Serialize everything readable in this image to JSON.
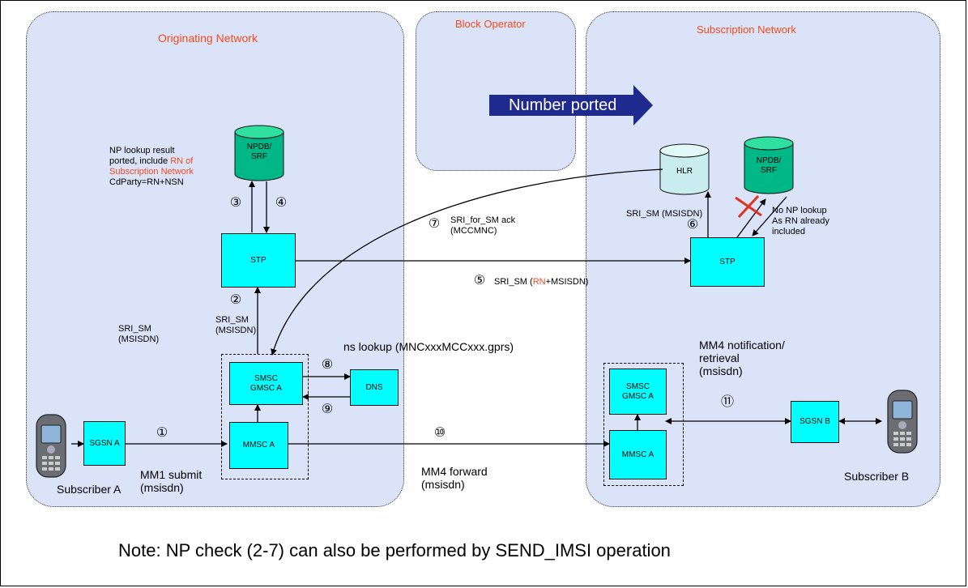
{
  "regions": {
    "originating": "Originating Network",
    "block": "Block Operator",
    "subscription": "Subscription Network"
  },
  "banner": "Number ported",
  "nodes": {
    "npdb_left": [
      "NPDB/",
      "SRF"
    ],
    "npdb_right": [
      "NPDB/",
      "SRF"
    ],
    "hlr": "HLR",
    "stp_left": "STP",
    "stp_right": "STP",
    "smsc_left": [
      "SMSC",
      "GMSC A"
    ],
    "smsc_right": [
      "SMSC",
      "GMSC A"
    ],
    "dns": "DNS",
    "mmsc_left": "MMSC A",
    "mmsc_right": "MMSC A",
    "sgsn_a": "SGSN A",
    "sgsn_b": "SGSN B"
  },
  "labels": {
    "np_result_1": "NP lookup result",
    "np_result_2a": "ported, include ",
    "np_result_2b": "RN of",
    "np_result_3": "Subscription Network",
    "np_result_4": "CdParty=RN+NSN",
    "sri_sm_left_1": "SRI_SM",
    "sri_sm_left_2": "(MSISDN)",
    "sri_sm_mid_1": "SRI_SM",
    "sri_sm_mid_2": "(MSISDN)",
    "sri_ack_1": "SRI_for_SM ack",
    "sri_ack_2": "(MCCMNC)",
    "sri_sm_right": "SRI_SM (MSISDN)",
    "no_np_1": "No NP lookup",
    "no_np_2": "As RN already",
    "no_np_3": "included",
    "step5_a": "SRI_SM (",
    "step5_b": "RN",
    "step5_c": "+MSISDN)",
    "ns_lookup": "ns lookup (MNCxxxMCCxxx.gprs)",
    "mm4_notif_1": "MM4 notification/",
    "mm4_notif_2": "retrieval",
    "mm4_notif_3": "(msisdn)",
    "mm1_1": "MM1 submit",
    "mm1_2": "(msisdn)",
    "mm4_fwd_1": "MM4 forward",
    "mm4_fwd_2": "(msisdn)",
    "sub_a": "Subscriber A",
    "sub_b": "Subscriber B"
  },
  "steps": [
    "①",
    "②",
    "③",
    "④",
    "⑤",
    "⑥",
    "⑦",
    "⑧",
    "⑨",
    "⑩",
    "⑪"
  ],
  "note": "Note: NP check (2-7) can also be performed by SEND_IMSI operation",
  "colors": {
    "region_fill": "#dbe3f9",
    "node_fill": "#00ffff",
    "npdb_fill": "#00b887",
    "hlr_fill": "#c9ecef",
    "accent_red": "#f04b1a",
    "banner_fill": "#1f2a8f"
  }
}
